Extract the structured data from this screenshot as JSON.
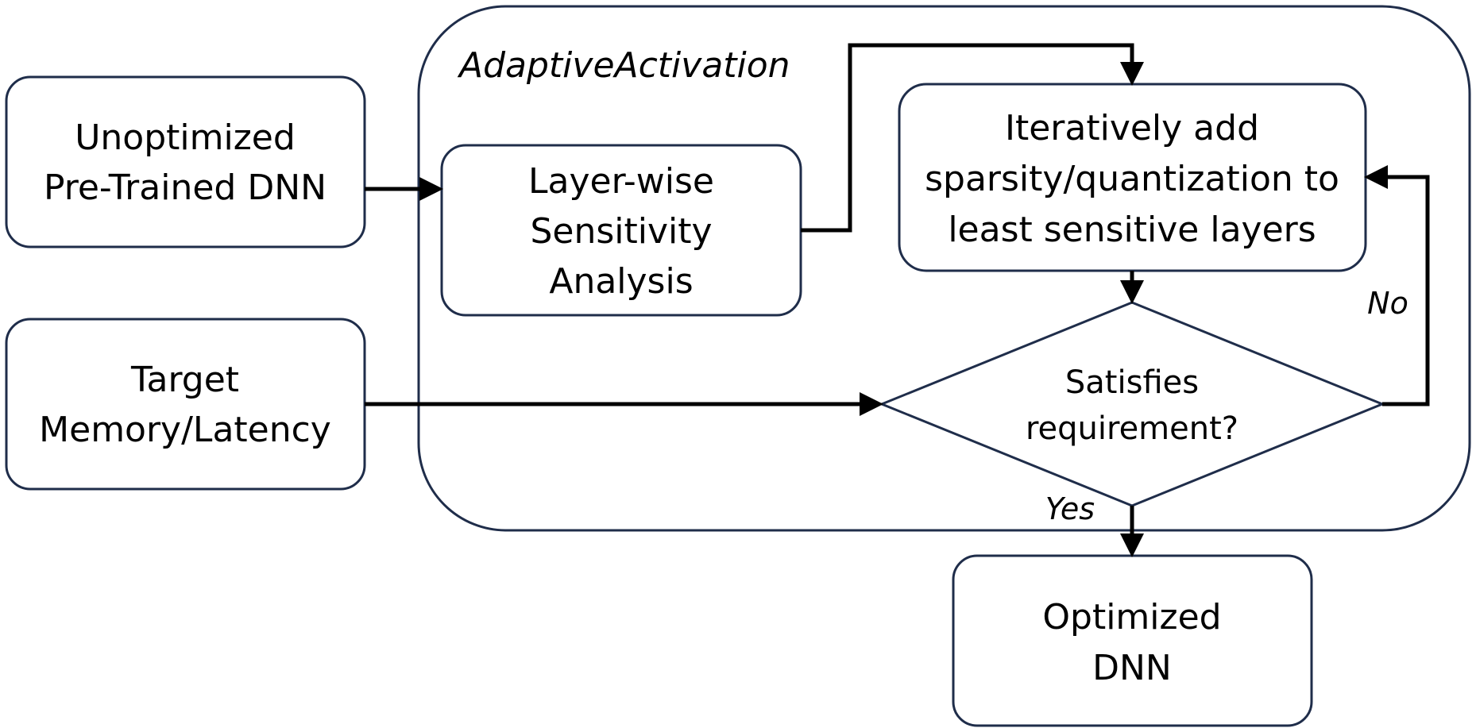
{
  "container": {
    "title": "AdaptiveActivation"
  },
  "nodes": {
    "input_dnn": {
      "lines": [
        "Unoptimized",
        "Pre-Trained DNN"
      ]
    },
    "target": {
      "lines": [
        "Target",
        "Memory/Latency"
      ]
    },
    "sensitivity": {
      "lines": [
        "Layer-wise",
        "Sensitivity",
        "Analysis"
      ]
    },
    "iterate": {
      "lines": [
        "Iteratively add",
        "sparsity/quantization to",
        "least sensitive layers"
      ]
    },
    "decision": {
      "lines": [
        "Satisfies",
        "requirement?"
      ]
    },
    "output_dnn": {
      "lines": [
        "Optimized",
        "DNN"
      ]
    }
  },
  "edges": {
    "no_label": "No",
    "yes_label": "Yes"
  },
  "colors": {
    "outline": "#1f2d4a",
    "arrow": "#000000",
    "background": "#ffffff"
  }
}
